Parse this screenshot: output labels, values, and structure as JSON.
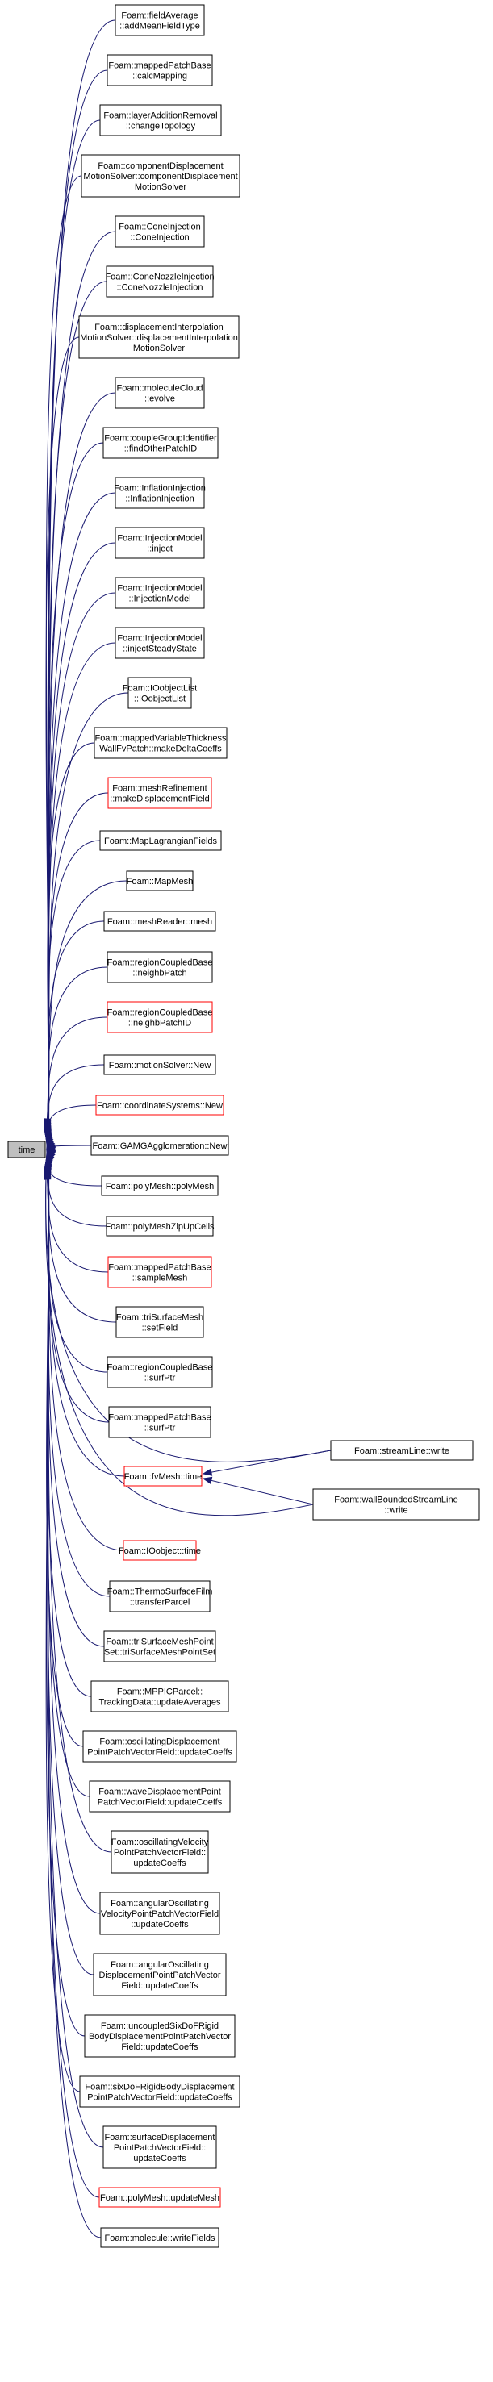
{
  "root": {
    "label": "time"
  },
  "callers": [
    {
      "lines": [
        "Foam::fieldAverage",
        "::addMeanFieldType"
      ],
      "link": "internal"
    },
    {
      "lines": [
        "Foam::mappedPatchBase",
        "::calcMapping"
      ],
      "link": "internal"
    },
    {
      "lines": [
        "Foam::layerAdditionRemoval",
        "::changeTopology"
      ],
      "link": "internal"
    },
    {
      "lines": [
        "Foam::componentDisplacement",
        "MotionSolver::componentDisplacement",
        "MotionSolver"
      ],
      "link": "internal"
    },
    {
      "lines": [
        "Foam::ConeInjection",
        "::ConeInjection"
      ],
      "link": "internal"
    },
    {
      "lines": [
        "Foam::ConeNozzleInjection",
        "::ConeNozzleInjection"
      ],
      "link": "internal"
    },
    {
      "lines": [
        "Foam::displacementInterpolation",
        "MotionSolver::displacementInterpolation",
        "MotionSolver"
      ],
      "link": "internal"
    },
    {
      "lines": [
        "Foam::moleculeCloud",
        "::evolve"
      ],
      "link": "internal"
    },
    {
      "lines": [
        "Foam::coupleGroupIdentifier",
        "::findOtherPatchID"
      ],
      "link": "internal"
    },
    {
      "lines": [
        "Foam::InflationInjection",
        "::InflationInjection"
      ],
      "link": "internal"
    },
    {
      "lines": [
        "Foam::InjectionModel",
        "::inject"
      ],
      "link": "internal"
    },
    {
      "lines": [
        "Foam::InjectionModel",
        "::InjectionModel"
      ],
      "link": "internal"
    },
    {
      "lines": [
        "Foam::InjectionModel",
        "::injectSteadyState"
      ],
      "link": "internal"
    },
    {
      "lines": [
        "Foam::IOobjectList",
        "::IOobjectList"
      ],
      "link": "internal"
    },
    {
      "lines": [
        "Foam::mappedVariableThickness",
        "WallFvPatch::makeDeltaCoeffs"
      ],
      "link": "internal"
    },
    {
      "lines": [
        "Foam::meshRefinement",
        "::makeDisplacementField"
      ],
      "link": "external"
    },
    {
      "lines": [
        "Foam::MapLagrangianFields"
      ],
      "link": "internal"
    },
    {
      "lines": [
        "Foam::MapMesh"
      ],
      "link": "internal"
    },
    {
      "lines": [
        "Foam::meshReader::mesh"
      ],
      "link": "internal"
    },
    {
      "lines": [
        "Foam::regionCoupledBase",
        "::neighbPatch"
      ],
      "link": "internal"
    },
    {
      "lines": [
        "Foam::regionCoupledBase",
        "::neighbPatchID"
      ],
      "link": "external"
    },
    {
      "lines": [
        "Foam::motionSolver::New"
      ],
      "link": "internal"
    },
    {
      "lines": [
        "Foam::coordinateSystems::New"
      ],
      "link": "external"
    },
    {
      "lines": [
        "Foam::GAMGAgglomeration::New"
      ],
      "link": "internal"
    },
    {
      "lines": [
        "Foam::polyMesh::polyMesh"
      ],
      "link": "internal"
    },
    {
      "lines": [
        "Foam::polyMeshZipUpCells"
      ],
      "link": "internal"
    },
    {
      "lines": [
        "Foam::mappedPatchBase",
        "::sampleMesh"
      ],
      "link": "external"
    },
    {
      "lines": [
        "Foam::triSurfaceMesh",
        "::setField"
      ],
      "link": "internal"
    },
    {
      "lines": [
        "Foam::regionCoupledBase",
        "::surfPtr"
      ],
      "link": "internal"
    },
    {
      "lines": [
        "Foam::mappedPatchBase",
        "::surfPtr"
      ],
      "link": "internal"
    },
    {
      "lines": [
        "Foam::fvMesh::time"
      ],
      "link": "external"
    },
    {
      "lines": [
        "Foam::IOobject::time"
      ],
      "link": "external"
    },
    {
      "lines": [
        "Foam::ThermoSurfaceFilm",
        "::transferParcel"
      ],
      "link": "internal"
    },
    {
      "lines": [
        "Foam::triSurfaceMeshPoint",
        "Set::triSurfaceMeshPointSet"
      ],
      "link": "internal"
    },
    {
      "lines": [
        "Foam::MPPICParcel::",
        "TrackingData::updateAverages"
      ],
      "link": "internal"
    },
    {
      "lines": [
        "Foam::oscillatingDisplacement",
        "PointPatchVectorField::updateCoeffs"
      ],
      "link": "internal"
    },
    {
      "lines": [
        "Foam::waveDisplacementPoint",
        "PatchVectorField::updateCoeffs"
      ],
      "link": "internal"
    },
    {
      "lines": [
        "Foam::oscillatingVelocity",
        "PointPatchVectorField::",
        "updateCoeffs"
      ],
      "link": "internal"
    },
    {
      "lines": [
        "Foam::angularOscillating",
        "VelocityPointPatchVectorField",
        "::updateCoeffs"
      ],
      "link": "internal"
    },
    {
      "lines": [
        "Foam::angularOscillating",
        "DisplacementPointPatchVector",
        "Field::updateCoeffs"
      ],
      "link": "internal"
    },
    {
      "lines": [
        "Foam::uncoupledSixDoFRigid",
        "BodyDisplacementPointPatchVector",
        "Field::updateCoeffs"
      ],
      "link": "internal"
    },
    {
      "lines": [
        "Foam::sixDoFRigidBodyDisplacement",
        "PointPatchVectorField::updateCoeffs"
      ],
      "link": "internal"
    },
    {
      "lines": [
        "Foam::surfaceDisplacement",
        "PointPatchVectorField::",
        "updateCoeffs"
      ],
      "link": "internal"
    },
    {
      "lines": [
        "Foam::polyMesh::updateMesh"
      ],
      "link": "external"
    },
    {
      "lines": [
        "Foam::molecule::writeFields"
      ],
      "link": "internal"
    }
  ],
  "secondary": [
    {
      "lines": [
        "Foam::streamLine::write"
      ],
      "link": "internal"
    },
    {
      "lines": [
        "Foam::wallBoundedStreamLine",
        "::write"
      ],
      "link": "internal"
    }
  ],
  "colors": {
    "edge": "#191970",
    "external_border": "#ff0000",
    "internal_border": "#000000",
    "root_fill": "#bfbfbf"
  }
}
